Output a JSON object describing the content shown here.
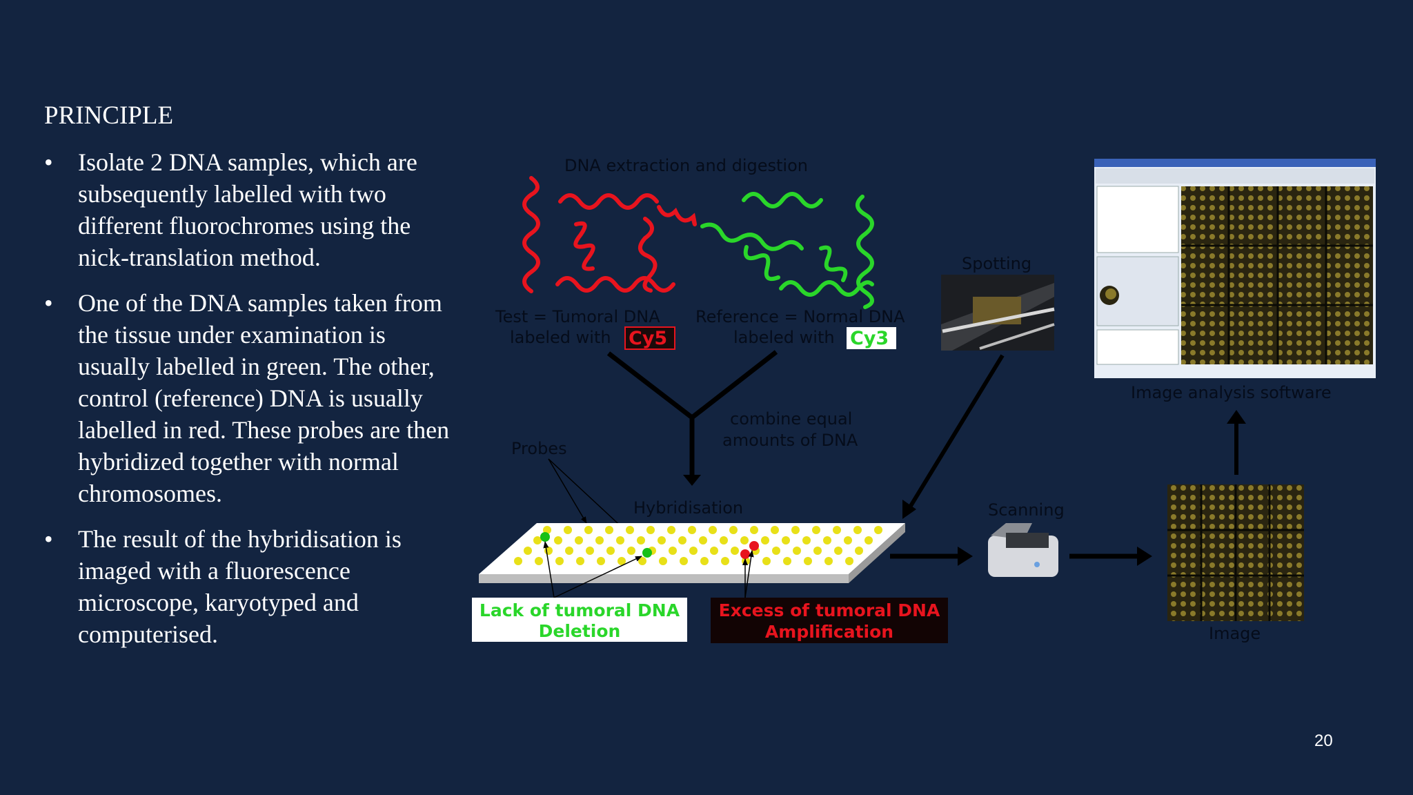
{
  "slide": {
    "heading": "PRINCIPLE",
    "page_number": "20",
    "bullet_glyph": "•",
    "bullets": [
      "Isolate 2 DNA samples, which are subsequently labelled with two different fluorochromes using the nick-translation method.",
      "One of the DNA samples taken from the tissue under examination is usually labelled in green. The other, control (reference) DNA is usually labelled in red. These probes are then hybridized together with normal chromosomes.",
      "The result of the hybridisation is imaged with a fluorescence microscope, karyotyped and computerised."
    ]
  },
  "diagram": {
    "dna_extraction": "DNA extraction and digestion",
    "test_line1": "Test = Tumoral DNA",
    "test_line2": "labeled with",
    "cy5": "Cy5",
    "ref_line1": "Reference = Normal DNA",
    "ref_line2": "labeled with",
    "cy3": "Cy3",
    "spotting": "Spotting",
    "image_analysis": "Image analysis software",
    "combine_line1": "combine equal",
    "combine_line2": "amounts of DNA",
    "probes": "Probes",
    "hybridisation": "Hybridisation",
    "scanning": "Scanning",
    "image": "Image",
    "deletion_line1": "Lack of tumoral DNA",
    "deletion_line2": "Deletion",
    "amplification_line1": "Excess of tumoral DNA",
    "amplification_line2": "Amplification"
  },
  "colors": {
    "background": "#132440",
    "red_dna": "#e8141e",
    "green_dna": "#2ad62a",
    "slide_dots": "#e8e018",
    "deletion_text": "#2ad62a",
    "amplification_text": "#e8141e"
  }
}
